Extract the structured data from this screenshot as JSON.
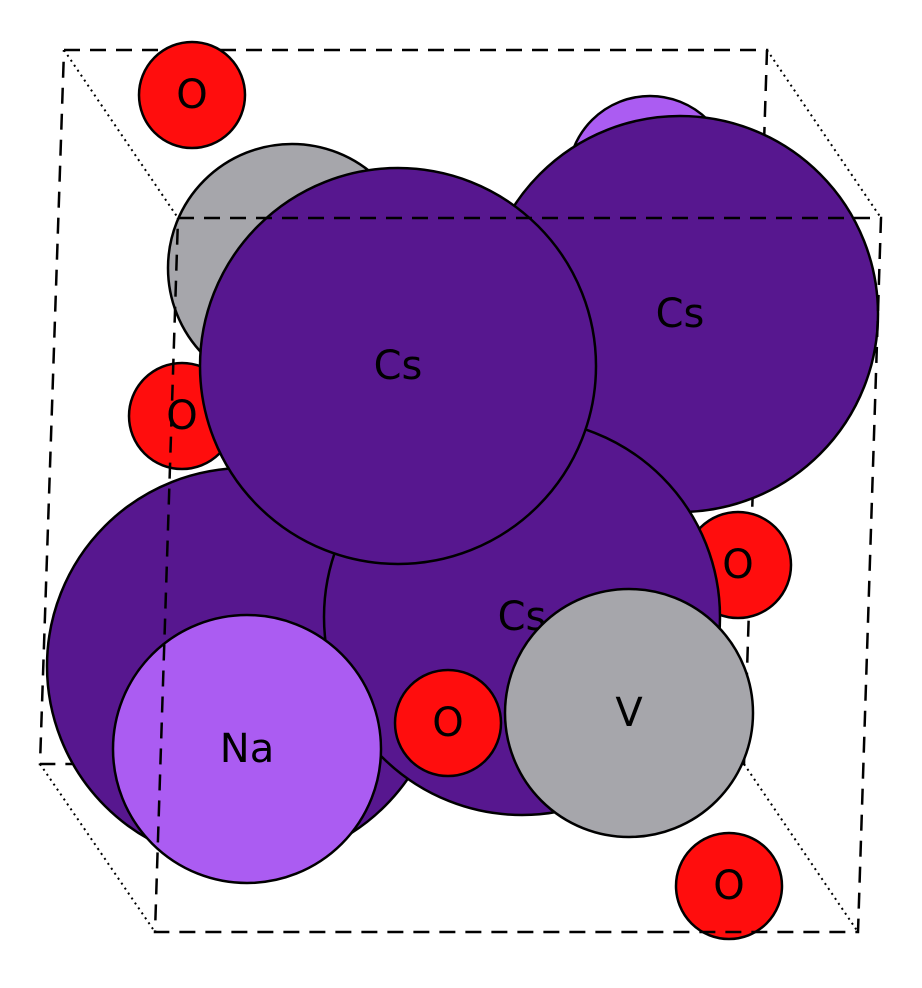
{
  "elements": {
    "O": {
      "label": "O",
      "color": "#ff0d0d"
    },
    "Cs": {
      "label": "Cs",
      "color": "#57178f"
    },
    "Na": {
      "label": "Na",
      "color": "#ab5cf2"
    },
    "V": {
      "label": "V",
      "color": "#a6a6ab"
    }
  },
  "atoms": [
    {
      "element": "Na",
      "labeled": false
    },
    {
      "element": "V",
      "labeled": false
    },
    {
      "element": "O",
      "labeled": true
    },
    {
      "element": "O",
      "labeled": true
    },
    {
      "element": "Cs",
      "labeled": true
    },
    {
      "element": "Cs",
      "labeled": false
    },
    {
      "element": "O",
      "labeled": true
    },
    {
      "element": "Cs",
      "labeled": true
    },
    {
      "element": "Cs",
      "labeled": true
    },
    {
      "element": "Na",
      "labeled": true
    },
    {
      "element": "V",
      "labeled": true
    },
    {
      "element": "O",
      "labeled": true
    },
    {
      "element": "O",
      "labeled": true
    }
  ]
}
